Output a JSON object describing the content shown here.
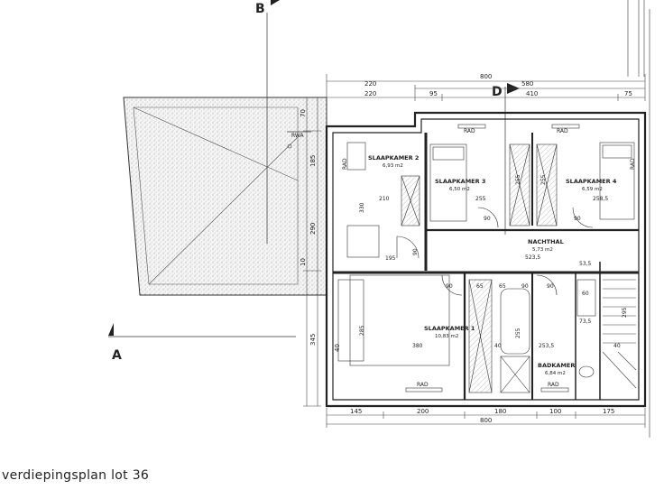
{
  "caption": "verdiepingsplan lot 36",
  "sections": {
    "b": "B",
    "d": "D",
    "a": "A"
  },
  "rooms": {
    "slaapkamer2": {
      "label": "SLAAPKAMER 2",
      "area": "6,93 m2"
    },
    "slaapkamer3": {
      "label": "SLAAPKAMER 3",
      "area": "6,50 m2"
    },
    "slaapkamer4": {
      "label": "SLAAPKAMER 4",
      "area": "6,59 m2"
    },
    "nachthal": {
      "label": "NACHTHAL",
      "area": "5,73 m2"
    },
    "slaapkamer1": {
      "label": "SLAAPKAMER 1",
      "area": "10,83 m2"
    },
    "badkamer": {
      "label": "BADKAMER",
      "area": "6,84 m2"
    }
  },
  "dims": {
    "top_total": "800",
    "top_580": "580",
    "top_220a": "220",
    "top_220b": "220",
    "top_95": "95",
    "top_410": "410",
    "top_75": "75",
    "bot_145": "145",
    "bot_200": "200",
    "bot_180": "180",
    "bot_100": "100",
    "bot_175": "175",
    "bot_total": "800",
    "left_70": "70",
    "left_290": "290",
    "left_345": "345",
    "left_40": "40",
    "left_185": "185",
    "left_10": "10",
    "r2_210": "210",
    "r2_330": "330",
    "r2_195": "195",
    "r2_90": "90",
    "r3_255": "255",
    "r3_255v": "255",
    "r3_90": "90",
    "r4_2585": "258,5",
    "r4_90": "90",
    "r4_255v": "255",
    "hall_5235": "523,5",
    "hall_90a": "90",
    "hall_90b": "90",
    "hall_65a": "65",
    "hall_65b": "65",
    "hall_90c": "90",
    "r1_285": "285",
    "r1_380": "380",
    "r1_40": "40",
    "r1_255": "255",
    "r1_2535": "253,5",
    "b_535": "53,5",
    "b_735": "73,5",
    "b_60": "60",
    "b_40": "40",
    "b_295": "295"
  },
  "labels": {
    "rwa": "RWA",
    "rad1": "RAD",
    "rad2": "RAD",
    "rad3": "RAD",
    "rad4": "RAD",
    "rad5": "RAD",
    "rad6": "RAD"
  }
}
